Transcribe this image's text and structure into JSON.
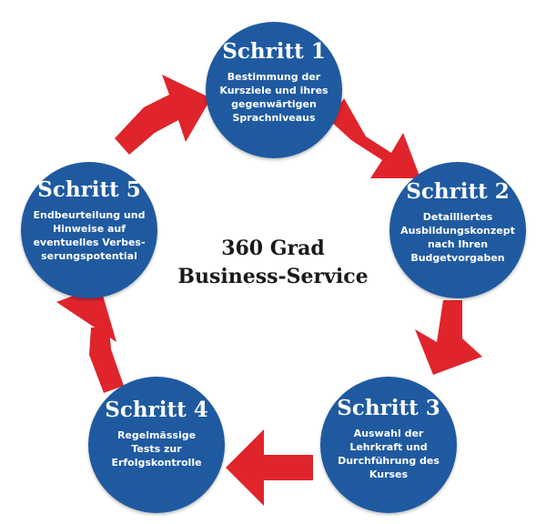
{
  "colors": {
    "circle": "#1f5aa0",
    "arrow": "#e0242c",
    "text": "#ffffff",
    "center_text": "#1a1a1a"
  },
  "center": {
    "title": "360 Grad\nBusiness-Service"
  },
  "steps": [
    {
      "title": "Schritt 1",
      "description": "Bestimmung der\nKursziele und ihres\ngegenwärtigen\nSprachniveaus"
    },
    {
      "title": "Schritt 2",
      "description": "Detailliertes\nAusbildungskonzept\nnach Ihren\nBudgetvorgaben"
    },
    {
      "title": "Schritt 3",
      "description": "Auswahl der\nLehrkraft und\nDurchführung des\nKurses"
    },
    {
      "title": "Schritt 4",
      "description": "Regelmässige\nTests zur\nErfolgskontrolle"
    },
    {
      "title": "Schritt 5",
      "description": "Endbeurteilung und\nHinweise auf\neventuelles Verbes-\nserungspotential"
    }
  ]
}
